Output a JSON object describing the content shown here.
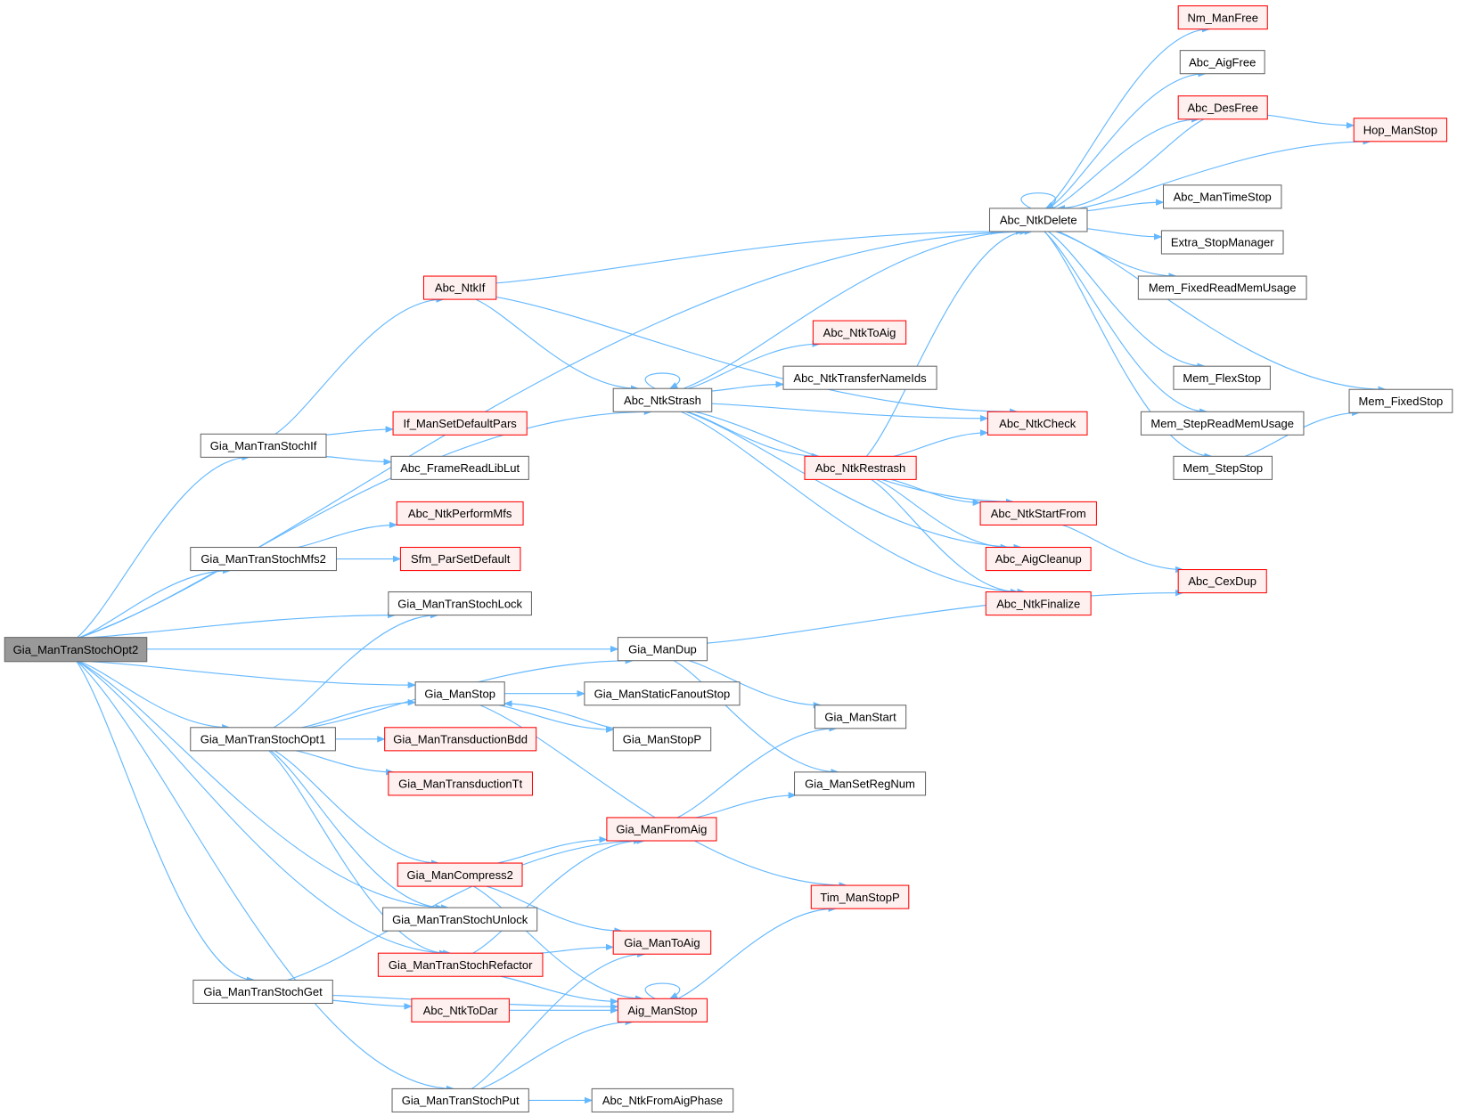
{
  "title": "Call graph of Gia_ManTranStochOpt2",
  "colors": {
    "edge": "#63B8FF",
    "root_fill": "#999999",
    "root_border": "#666666",
    "normal_border": "#666666",
    "red_border": "#FF0000",
    "red_fill": "#FFF0F0"
  },
  "nodes": [
    {
      "id": "opt2",
      "label": "Gia_ManTranStochOpt2",
      "style": "root"
    },
    {
      "id": "nmfree",
      "label": "Nm_ManFree",
      "style": "red"
    },
    {
      "id": "aigfree",
      "label": "Abc_AigFree",
      "style": "normal"
    },
    {
      "id": "desfree",
      "label": "Abc_DesFree",
      "style": "red"
    },
    {
      "id": "hopstop",
      "label": "Hop_ManStop",
      "style": "red"
    },
    {
      "id": "timestop",
      "label": "Abc_ManTimeStop",
      "style": "normal"
    },
    {
      "id": "extrastop",
      "label": "Extra_StopManager",
      "style": "normal"
    },
    {
      "id": "fixedread",
      "label": "Mem_FixedReadMemUsage",
      "style": "normal"
    },
    {
      "id": "flexstop",
      "label": "Mem_FlexStop",
      "style": "normal"
    },
    {
      "id": "fixedstop",
      "label": "Mem_FixedStop",
      "style": "normal"
    },
    {
      "id": "stepread",
      "label": "Mem_StepReadMemUsage",
      "style": "normal"
    },
    {
      "id": "stepstop",
      "label": "Mem_StepStop",
      "style": "normal"
    },
    {
      "id": "ntkdelete",
      "label": "Abc_NtkDelete",
      "style": "normal"
    },
    {
      "id": "ntkif",
      "label": "Abc_NtkIf",
      "style": "red"
    },
    {
      "id": "ntktoaig",
      "label": "Abc_NtkToAig",
      "style": "red"
    },
    {
      "id": "transfer",
      "label": "Abc_NtkTransferNameIds",
      "style": "normal"
    },
    {
      "id": "strash",
      "label": "Abc_NtkStrash",
      "style": "normal"
    },
    {
      "id": "ntkcheck",
      "label": "Abc_NtkCheck",
      "style": "red"
    },
    {
      "id": "restrash",
      "label": "Abc_NtkRestrash",
      "style": "red"
    },
    {
      "id": "startfrom",
      "label": "Abc_NtkStartFrom",
      "style": "red"
    },
    {
      "id": "aigcleanup",
      "label": "Abc_AigCleanup",
      "style": "red"
    },
    {
      "id": "cexdup",
      "label": "Abc_CexDup",
      "style": "red"
    },
    {
      "id": "finalize",
      "label": "Abc_NtkFinalize",
      "style": "red"
    },
    {
      "id": "stochif",
      "label": "Gia_ManTranStochIf",
      "style": "normal"
    },
    {
      "id": "ifpars",
      "label": "If_ManSetDefaultPars",
      "style": "red"
    },
    {
      "id": "libllut",
      "label": "Abc_FrameReadLibLut",
      "style": "normal"
    },
    {
      "id": "perfmfs",
      "label": "Abc_NtkPerformMfs",
      "style": "red"
    },
    {
      "id": "mfs2",
      "label": "Gia_ManTranStochMfs2",
      "style": "normal"
    },
    {
      "id": "sfmpar",
      "label": "Sfm_ParSetDefault",
      "style": "red"
    },
    {
      "id": "lock",
      "label": "Gia_ManTranStochLock",
      "style": "normal"
    },
    {
      "id": "giadup",
      "label": "Gia_ManDup",
      "style": "normal"
    },
    {
      "id": "giastop",
      "label": "Gia_ManStop",
      "style": "normal"
    },
    {
      "id": "fanoutstop",
      "label": "Gia_ManStaticFanoutStop",
      "style": "normal"
    },
    {
      "id": "giastart",
      "label": "Gia_ManStart",
      "style": "normal"
    },
    {
      "id": "giastopp",
      "label": "Gia_ManStopP",
      "style": "normal"
    },
    {
      "id": "opt1",
      "label": "Gia_ManTranStochOpt1",
      "style": "normal"
    },
    {
      "id": "tbdd",
      "label": "Gia_ManTransductionBdd",
      "style": "red"
    },
    {
      "id": "regnum",
      "label": "Gia_ManSetRegNum",
      "style": "normal"
    },
    {
      "id": "ttt",
      "label": "Gia_ManTransductionTt",
      "style": "red"
    },
    {
      "id": "fromaig",
      "label": "Gia_ManFromAig",
      "style": "red"
    },
    {
      "id": "compress2",
      "label": "Gia_ManCompress2",
      "style": "red"
    },
    {
      "id": "timstopp",
      "label": "Tim_ManStopP",
      "style": "red"
    },
    {
      "id": "unlock",
      "label": "Gia_ManTranStochUnlock",
      "style": "normal"
    },
    {
      "id": "toaig",
      "label": "Gia_ManToAig",
      "style": "red"
    },
    {
      "id": "refactor",
      "label": "Gia_ManTranStochRefactor",
      "style": "red"
    },
    {
      "id": "get",
      "label": "Gia_ManTranStochGet",
      "style": "normal"
    },
    {
      "id": "ntktodar",
      "label": "Abc_NtkToDar",
      "style": "red"
    },
    {
      "id": "aigstop",
      "label": "Aig_ManStop",
      "style": "red"
    },
    {
      "id": "put",
      "label": "Gia_ManTranStochPut",
      "style": "normal"
    },
    {
      "id": "fromaigphase",
      "label": "Abc_NtkFromAigPhase",
      "style": "normal"
    }
  ],
  "edges": [
    [
      "opt2",
      "ntkdelete"
    ],
    [
      "opt2",
      "strash"
    ],
    [
      "opt2",
      "giadup"
    ],
    [
      "opt2",
      "stochif"
    ],
    [
      "opt2",
      "mfs2"
    ],
    [
      "opt2",
      "lock"
    ],
    [
      "opt2",
      "giastop"
    ],
    [
      "opt2",
      "opt1"
    ],
    [
      "opt2",
      "unlock"
    ],
    [
      "opt2",
      "refactor"
    ],
    [
      "opt2",
      "get"
    ],
    [
      "opt2",
      "put"
    ],
    [
      "ntkdelete",
      "nmfree"
    ],
    [
      "ntkdelete",
      "aigfree"
    ],
    [
      "ntkdelete",
      "desfree"
    ],
    [
      "ntkdelete",
      "hopstop"
    ],
    [
      "ntkdelete",
      "ntkdelete"
    ],
    [
      "ntkdelete",
      "timestop"
    ],
    [
      "ntkdelete",
      "extrastop"
    ],
    [
      "ntkdelete",
      "fixedread"
    ],
    [
      "ntkdelete",
      "flexstop"
    ],
    [
      "ntkdelete",
      "fixedstop"
    ],
    [
      "ntkdelete",
      "stepread"
    ],
    [
      "ntkdelete",
      "stepstop"
    ],
    [
      "desfree",
      "hopstop"
    ],
    [
      "desfree",
      "ntkdelete"
    ],
    [
      "stepstop",
      "fixedstop"
    ],
    [
      "ntkif",
      "ntkdelete"
    ],
    [
      "ntkif",
      "ntkcheck"
    ],
    [
      "ntkif",
      "strash"
    ],
    [
      "strash",
      "ntkdelete"
    ],
    [
      "strash",
      "strash"
    ],
    [
      "strash",
      "ntktoaig"
    ],
    [
      "strash",
      "transfer"
    ],
    [
      "strash",
      "ntkcheck"
    ],
    [
      "strash",
      "restrash"
    ],
    [
      "strash",
      "startfrom"
    ],
    [
      "strash",
      "aigcleanup"
    ],
    [
      "strash",
      "finalize"
    ],
    [
      "restrash",
      "ntkdelete"
    ],
    [
      "restrash",
      "ntkcheck"
    ],
    [
      "restrash",
      "startfrom"
    ],
    [
      "restrash",
      "aigcleanup"
    ],
    [
      "restrash",
      "finalize"
    ],
    [
      "startfrom",
      "cexdup"
    ],
    [
      "stochif",
      "ntkif"
    ],
    [
      "stochif",
      "ifpars"
    ],
    [
      "stochif",
      "libllut"
    ],
    [
      "mfs2",
      "perfmfs"
    ],
    [
      "mfs2",
      "sfmpar"
    ],
    [
      "giadup",
      "cexdup"
    ],
    [
      "giadup",
      "giastart"
    ],
    [
      "giadup",
      "regnum"
    ],
    [
      "giastop",
      "fanoutstop"
    ],
    [
      "giastop",
      "giastopp"
    ],
    [
      "giastop",
      "timstopp"
    ],
    [
      "giastopp",
      "giastop"
    ],
    [
      "opt1",
      "lock"
    ],
    [
      "opt1",
      "giadup"
    ],
    [
      "opt1",
      "giastop"
    ],
    [
      "opt1",
      "tbdd"
    ],
    [
      "opt1",
      "ttt"
    ],
    [
      "opt1",
      "compress2"
    ],
    [
      "opt1",
      "unlock"
    ],
    [
      "opt1",
      "refactor"
    ],
    [
      "fromaig",
      "giastart"
    ],
    [
      "fromaig",
      "regnum"
    ],
    [
      "compress2",
      "fromaig"
    ],
    [
      "compress2",
      "toaig"
    ],
    [
      "compress2",
      "aigstop"
    ],
    [
      "refactor",
      "fromaig"
    ],
    [
      "refactor",
      "toaig"
    ],
    [
      "refactor",
      "aigstop"
    ],
    [
      "get",
      "fromaig"
    ],
    [
      "get",
      "ntktodar"
    ],
    [
      "get",
      "aigstop"
    ],
    [
      "ntktodar",
      "aigstop"
    ],
    [
      "aigstop",
      "aigstop"
    ],
    [
      "aigstop",
      "timstopp"
    ],
    [
      "put",
      "toaig"
    ],
    [
      "put",
      "aigstop"
    ],
    [
      "put",
      "fromaigphase"
    ]
  ]
}
